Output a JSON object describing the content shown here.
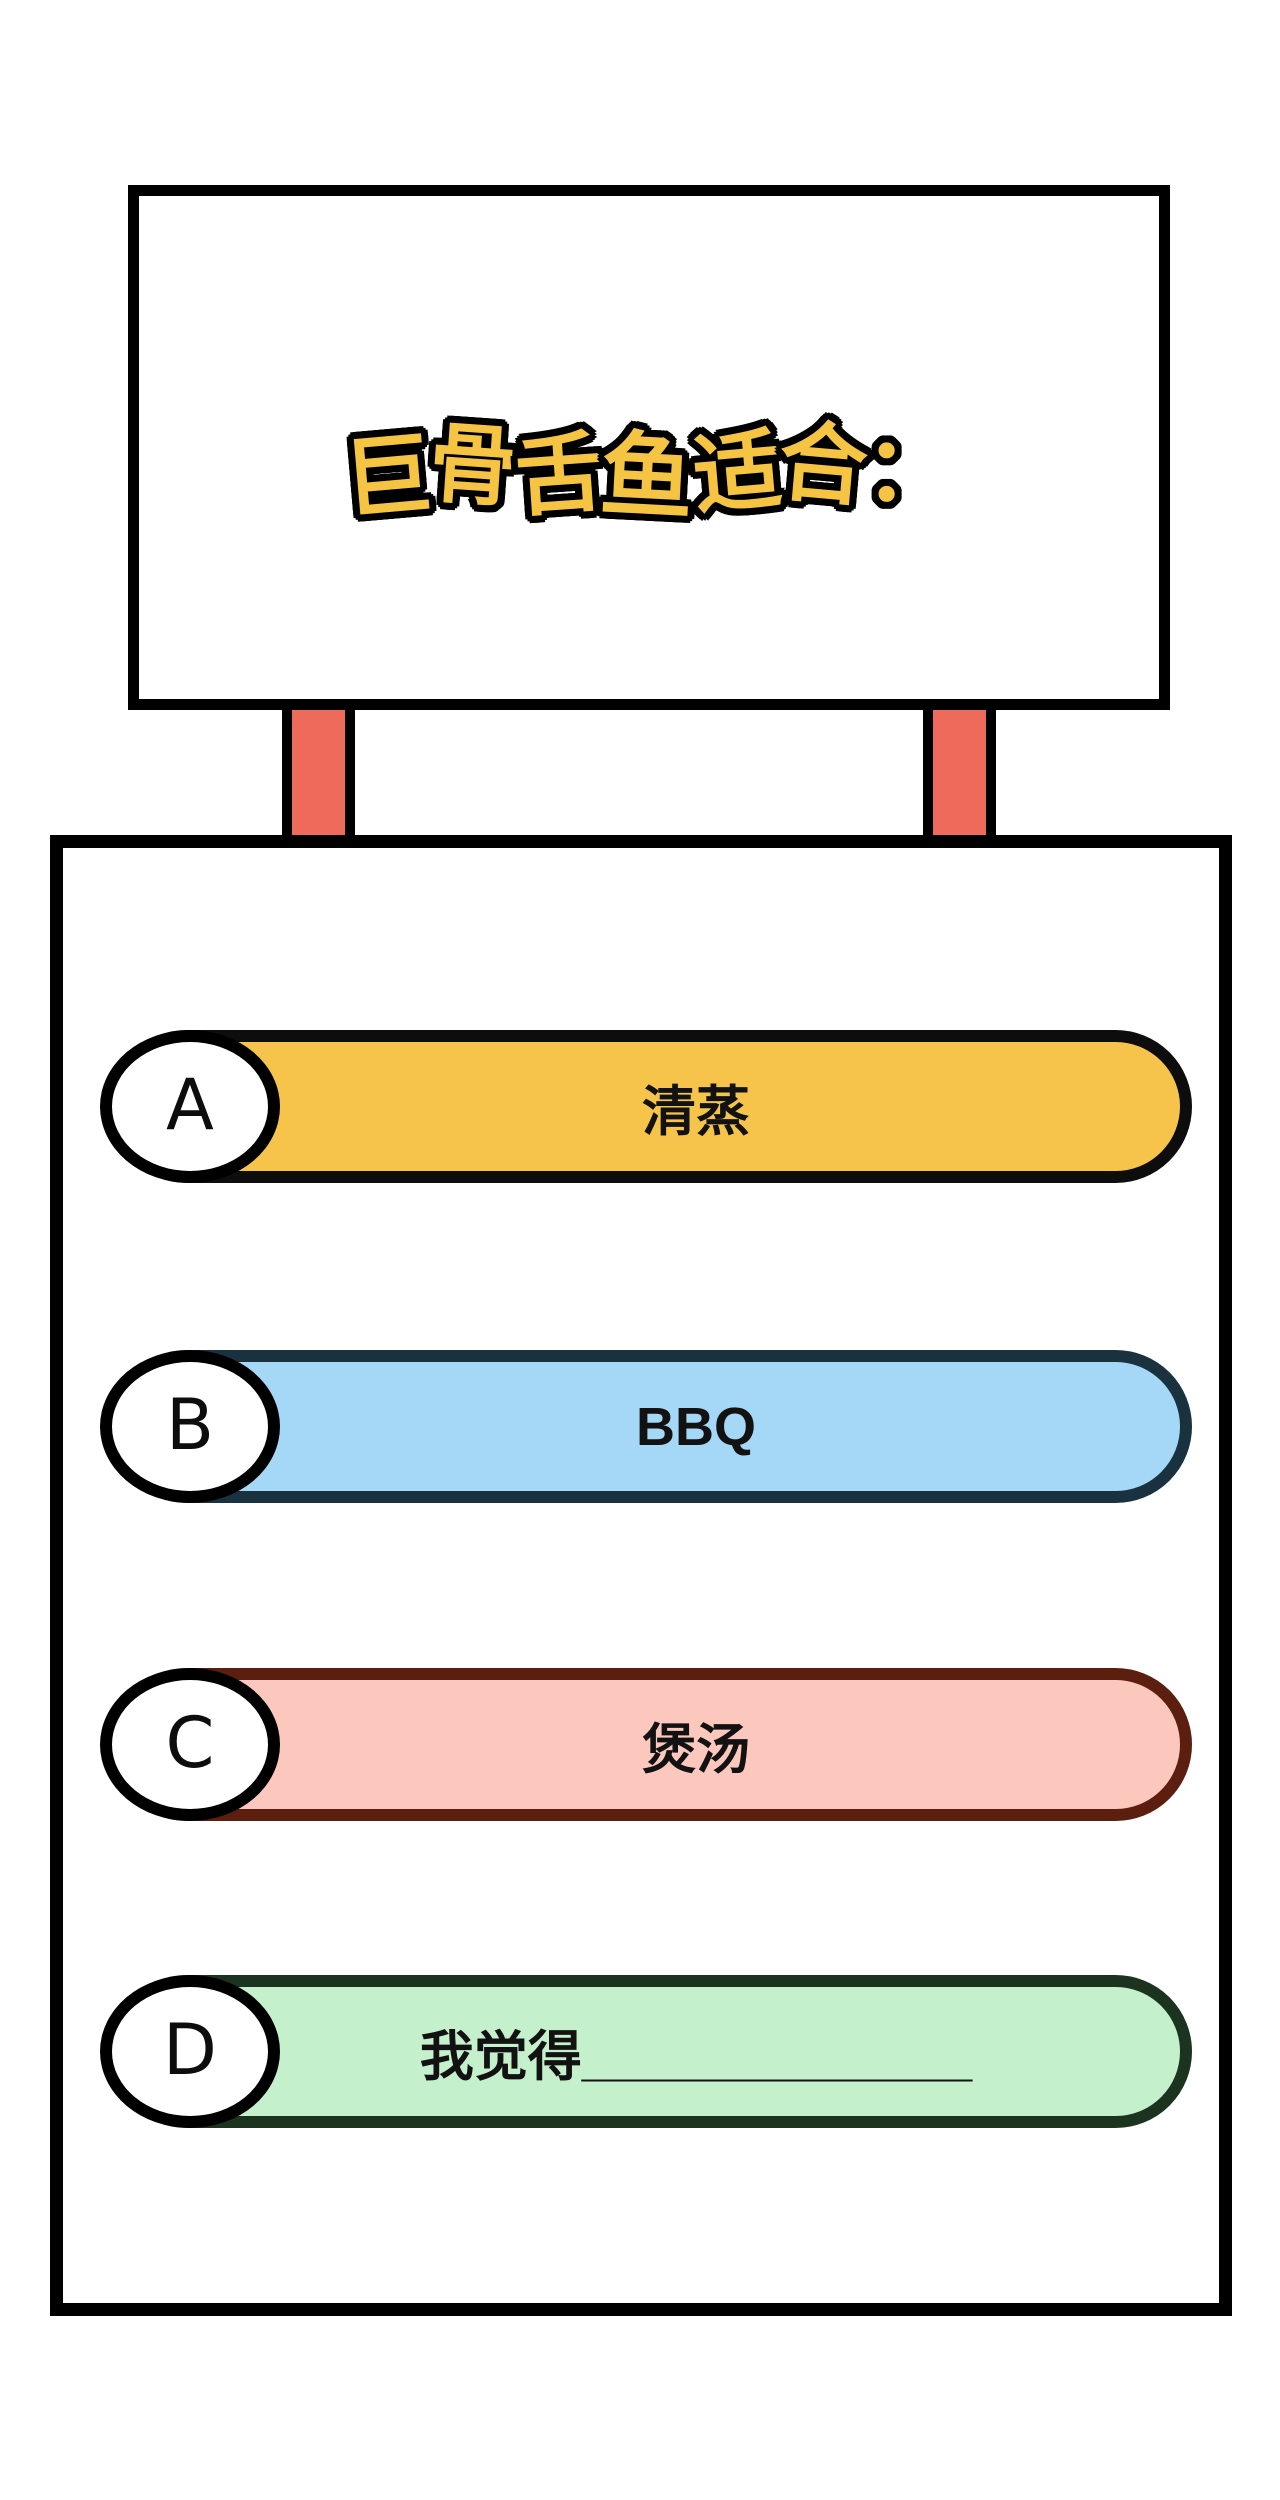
{
  "question": {
    "title": "巨骨舌鱼适合："
  },
  "options": [
    {
      "letter": "A",
      "label": "清蒸",
      "fill": "#F6C44A",
      "border_color": "#0D0D0D"
    },
    {
      "letter": "B",
      "label": "BBQ",
      "fill": "#A5D8F6",
      "border_color": "#1A3140"
    },
    {
      "letter": "C",
      "label": "煲汤",
      "fill": "#FCC7BD",
      "border_color": "#5B1E0F"
    },
    {
      "letter": "D",
      "label": "我觉得_____________",
      "fill": "#C5F0CC",
      "border_color": "#1C3320"
    }
  ],
  "colors": {
    "title_text": "#F6C443",
    "title_outline": "#000000",
    "signpost": "#EE6A5B",
    "board_border": "#000000",
    "panel_border": "#000000",
    "label_text": "#121212"
  }
}
